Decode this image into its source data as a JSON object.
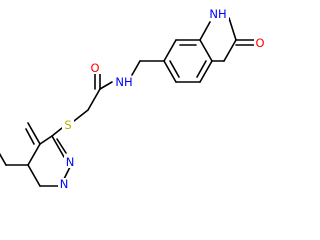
{
  "molecule": {
    "atoms": [
      {
        "id": "o_amide",
        "label": "O",
        "color": "#ff0000"
      },
      {
        "id": "nh_amide",
        "label": "NH",
        "color": "#0000ff"
      },
      {
        "id": "nh_lactam",
        "label": "NH",
        "color": "#0000ff"
      },
      {
        "id": "o_lactam",
        "label": "O",
        "color": "#ff0000"
      },
      {
        "id": "s_thio",
        "label": "S",
        "color": "#b2b200"
      },
      {
        "id": "n_phth1",
        "label": "N",
        "color": "#0000ff"
      },
      {
        "id": "n_phth2",
        "label": "N",
        "color": "#0000ff"
      }
    ],
    "bond_color": "#000000"
  }
}
